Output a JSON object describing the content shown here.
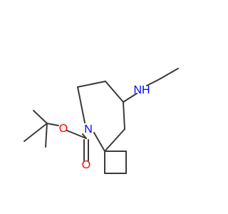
{
  "molecule": {
    "atoms": {
      "nh": "NH",
      "n_ring": "N",
      "o_ester": "O",
      "o_carbonyl": "O"
    },
    "colors": {
      "bond": "#3a3a3a",
      "nitrogen": "#0000ff",
      "oxygen": "#ff0000"
    }
  }
}
